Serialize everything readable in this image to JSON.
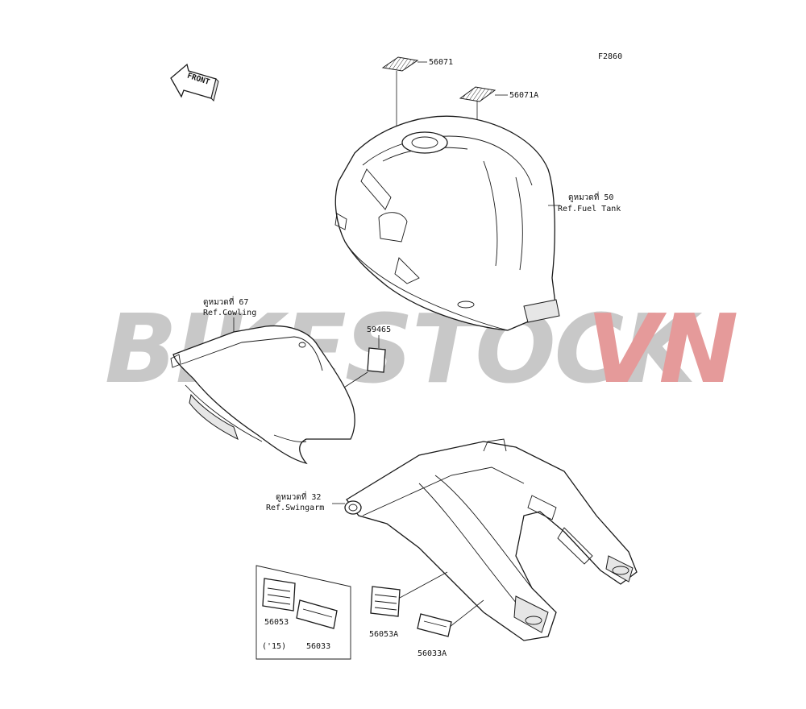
{
  "figure_code": "F2860",
  "front_arrow_text": "FRONT",
  "watermark": {
    "part1": "BIKESTOCK",
    "part2": "VN",
    "color1": "#c8c8c8",
    "color2": "#e59a9a"
  },
  "labels": {
    "p56071": "56071",
    "p56071a": "56071A",
    "p59465": "59465",
    "p56053": "56053",
    "p56033": "56033",
    "p56053a": "56053A",
    "p56033a": "56033A",
    "year_note": "('15)"
  },
  "references": {
    "fuel_tank": {
      "line1": "ดูหมวดที่ 50",
      "line2": "Ref.Fuel Tank"
    },
    "cowling": {
      "line1": "ดูหมวดที่ 67",
      "line2": "Ref.Cowling"
    },
    "swingarm": {
      "line1": "ดูหมวดที่ 32",
      "line2": "Ref.Swingarm"
    }
  }
}
